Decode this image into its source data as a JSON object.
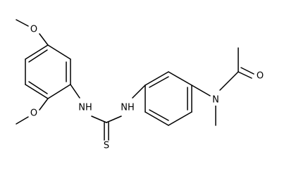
{
  "atoms": {
    "o_para": "O",
    "o_ortho": "O",
    "nh_left": "NH",
    "nh_right": "NH",
    "s_thio": "S",
    "n_amide": "N",
    "o_carbonyl": "O"
  },
  "colors": {
    "bond": "#000000",
    "label": "#000000",
    "background": "#ffffff"
  }
}
